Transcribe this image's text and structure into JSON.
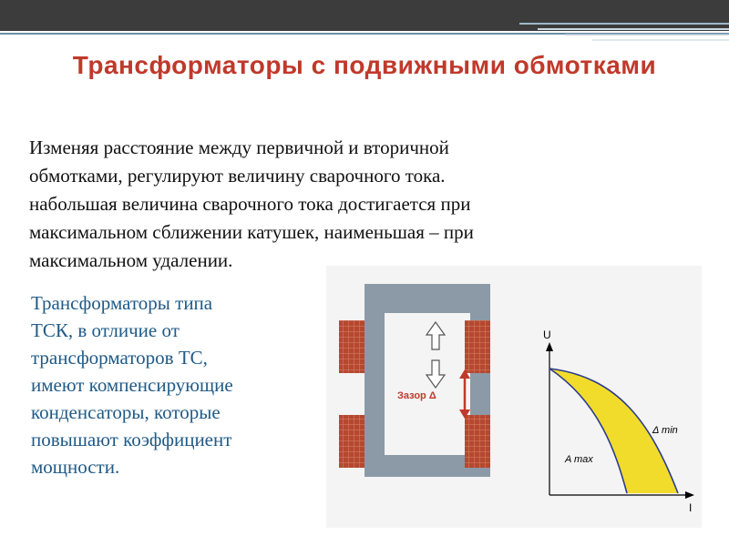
{
  "slide": {
    "title": "Трансформаторы с подвижными обмотками",
    "intro_lines": [
      "Изменяя расстояние между первичной и вторичной",
      "обмотками, регулируют величину сварочного тока.",
      "набольшая величина сварочного тока достигается при",
      "максимальном сближении катушек, наименьшая – при",
      "максимальном удалении."
    ],
    "side_lines": [
      "Трансформаторы типа",
      "ТСК, в отличие от",
      "трансформаторов ТС,",
      "имеют компенсирующие",
      "конденсаторы, которые",
      "повышают коэффициент",
      "мощности."
    ]
  },
  "figure": {
    "gap_label": "Зазор Δ",
    "axis_y_label": "U",
    "axis_x_label": "I",
    "curve_label_min": "Δ min",
    "curve_label_max": "A max"
  },
  "colors": {
    "title": "#c0392b",
    "side_text": "#1f5a87",
    "core": "#8c9aa8",
    "coil": "#b5482f",
    "curve_fill": "#f2dc2b",
    "curve_line": "#2d3c8c",
    "arrow_red": "#c0392b"
  }
}
